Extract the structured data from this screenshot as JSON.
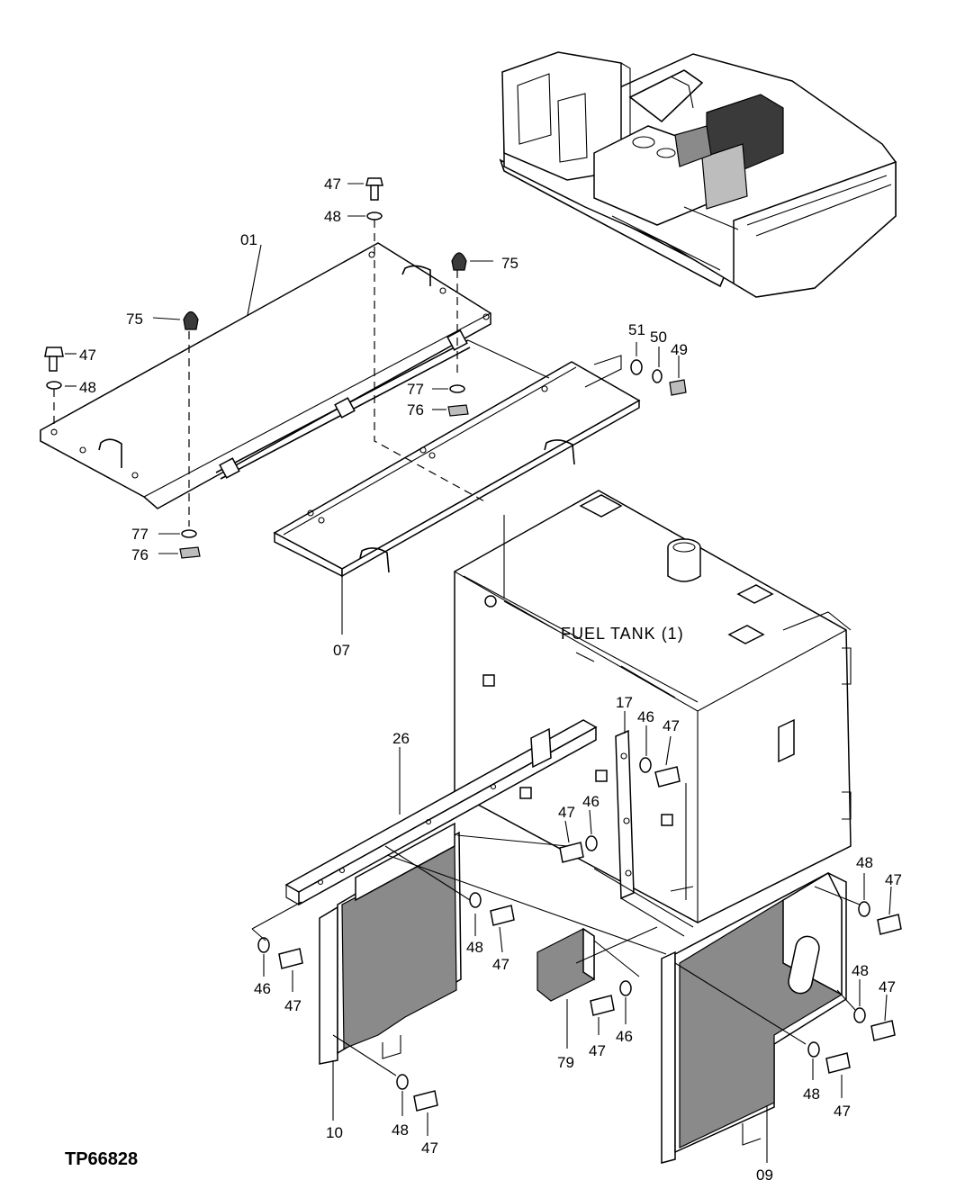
{
  "diagram_code": "TP66828",
  "component_label": "FUEL TANK (1)",
  "callouts": {
    "c01": "01",
    "c07": "07",
    "c09": "09",
    "c10": "10",
    "c17": "17",
    "c26": "26",
    "c79": "79",
    "c47a": "47",
    "c48a": "48",
    "c75a": "75",
    "c75b": "75",
    "c47b": "47",
    "c48b": "48",
    "c77a": "77",
    "c76a": "76",
    "c77b": "77",
    "c76b": "76",
    "c51": "51",
    "c50": "50",
    "c49": "49",
    "c46a": "46",
    "c47c": "47",
    "c47d": "47",
    "c46b": "46",
    "c48c": "48",
    "c47e": "47",
    "c46c": "46",
    "c47f": "47",
    "c47g": "47",
    "c46d": "46",
    "c48d": "48",
    "c47h": "47",
    "c48e": "48",
    "c47i": "47",
    "c48f": "48",
    "c47j": "47",
    "c48g": "48",
    "c47k": "47"
  }
}
